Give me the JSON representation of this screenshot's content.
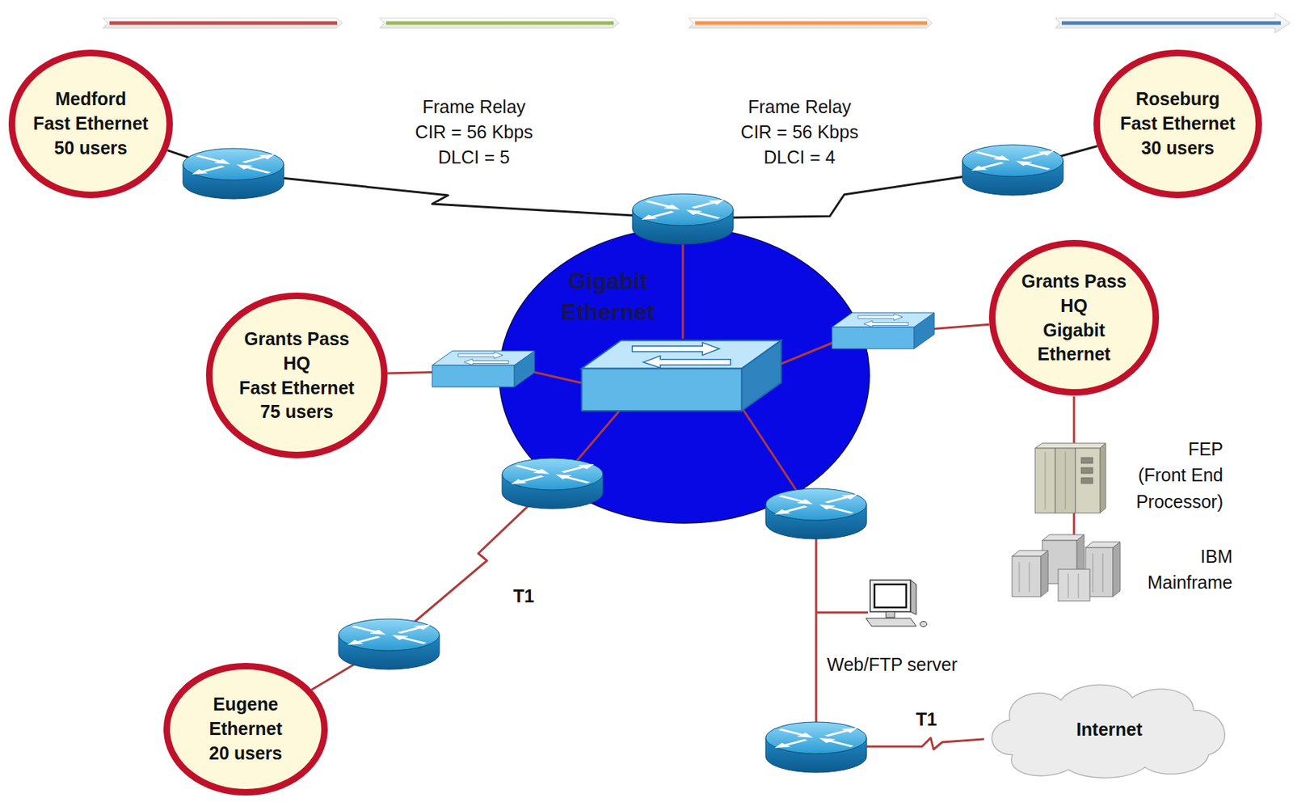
{
  "diagram": {
    "nodes": [
      {
        "text": [
          "Medford Fast Ethernet 50 users"
        ]
      },
      {
        "text": [
          "Roseburg Fast Ethernet 30 users"
        ]
      },
      {
        "text": [
          "Gigabit Ethernet"
        ]
      },
      {
        "text": [
          "Grants Pass HQ Gigabit Ethernet"
        ]
      },
      {
        "text": [
          "Grants Pass HQ Fast Ethernet 75 users"
        ]
      },
      {
        "text": [
          "Eugene Ethernet 20 users"
        ]
      },
      {
        "text": [
          "Internet"
        ]
      }
    ],
    "edges": [
      {
        "from": 0,
        "to": 2,
        "arrow": "none",
        "label": "Frame Relay CIR = 56 Kbps DLCI = 5"
      },
      {
        "from": 1,
        "to": 2,
        "arrow": "none",
        "label": "Frame Relay CIR = 56 Kbps DLCI = 4"
      },
      {
        "from": 4,
        "to": 2,
        "arrow": "none"
      },
      {
        "from": 3,
        "to": 2,
        "arrow": "none"
      },
      {
        "from": 5,
        "to": 2,
        "arrow": "none",
        "label": "T1"
      },
      {
        "from": 2,
        "to": 6,
        "arrow": "none",
        "label": "T1"
      }
    ],
    "labels": [
      "FEP (Front End Processor)",
      "IBM Mainframe",
      "Web/FTP server"
    ]
  }
}
